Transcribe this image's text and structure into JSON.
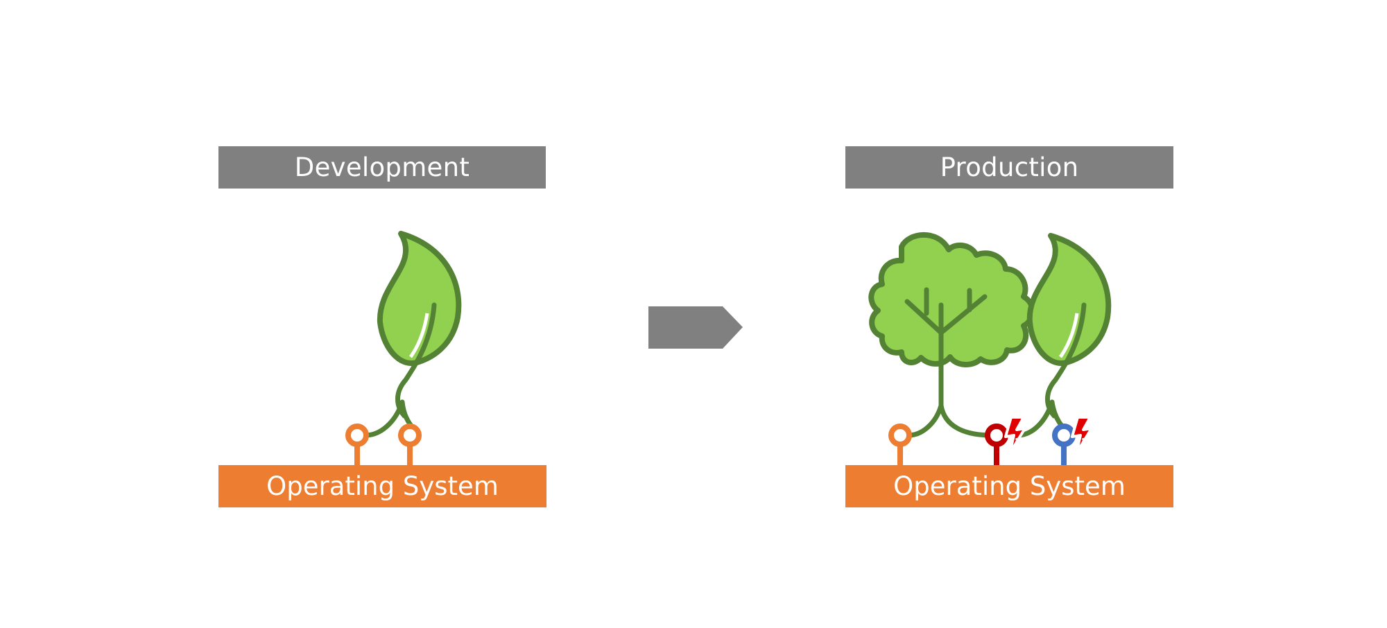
{
  "development": {
    "header_label": "Development",
    "os_label": "Operating System",
    "plants": [
      "leaf-icon"
    ],
    "connectors": [
      "orange",
      "orange"
    ]
  },
  "production": {
    "header_label": "Production",
    "os_label": "Operating System",
    "plants": [
      "tree-icon",
      "leaf-icon"
    ],
    "connectors": [
      "orange",
      "red",
      "blue"
    ],
    "warnings": [
      "lightning-icon",
      "lightning-icon"
    ]
  },
  "colors": {
    "header_gray": "#808080",
    "os_orange": "#ED7D31",
    "plant_fill": "#92D050",
    "plant_stroke": "#548235",
    "connector_red": "#C00000",
    "connector_blue": "#4472C4",
    "lightning_red": "#E00000"
  }
}
